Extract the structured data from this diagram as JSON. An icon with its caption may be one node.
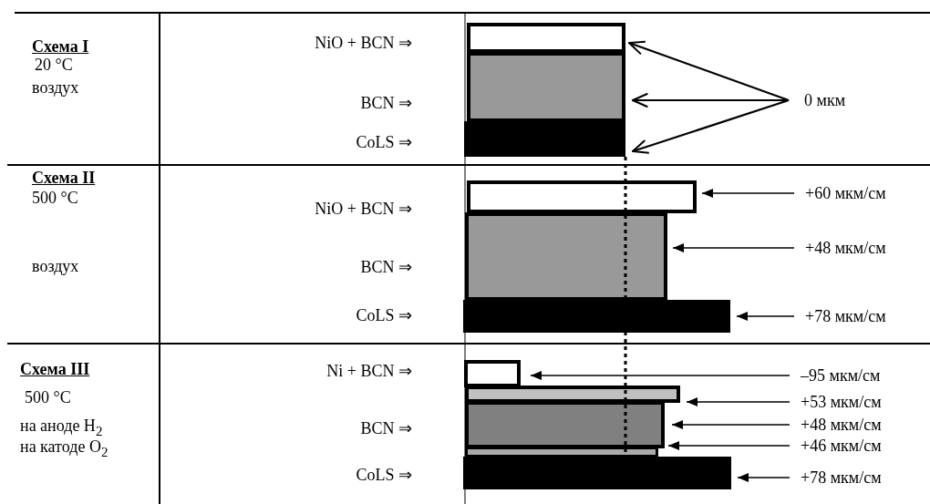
{
  "diagram": {
    "nodes": [
      {
        "text": [],
        "shape": "bar"
      },
      {
        "text": [],
        "shape": "bar"
      },
      {
        "text": [],
        "shape": "bar"
      },
      {
        "text": [
          "0 мкм"
        ]
      },
      {
        "text": [],
        "shape": "bar"
      },
      {
        "text": [],
        "shape": "bar"
      },
      {
        "text": [],
        "shape": "bar"
      },
      {
        "text": [
          "+60 мкм/см"
        ]
      },
      {
        "text": [
          "+48 мкм/см"
        ]
      },
      {
        "text": [
          "+78 мкм/см"
        ]
      },
      {
        "text": [],
        "shape": "bar"
      },
      {
        "text": [],
        "shape": "bar"
      },
      {
        "text": [],
        "shape": "bar"
      },
      {
        "text": [],
        "shape": "bar"
      },
      {
        "text": [],
        "shape": "bar"
      },
      {
        "text": [
          "–95 мкм/см"
        ]
      },
      {
        "text": [
          "+53 мкм/см"
        ]
      },
      {
        "text": [
          "+48 мкм/см"
        ]
      },
      {
        "text": [
          "+46 мкм/см"
        ]
      },
      {
        "text": [
          "+78 мкм/см"
        ]
      }
    ],
    "edges": [
      {
        "from": 3,
        "to": 0,
        "arrow": "to"
      },
      {
        "from": 3,
        "to": 1,
        "arrow": "to"
      },
      {
        "from": 3,
        "to": 2,
        "arrow": "to"
      },
      {
        "from": 7,
        "to": 4,
        "arrow": "to"
      },
      {
        "from": 8,
        "to": 5,
        "arrow": "to"
      },
      {
        "from": 9,
        "to": 6,
        "arrow": "to"
      },
      {
        "from": 15,
        "to": 10,
        "arrow": "to"
      },
      {
        "from": 16,
        "to": 11,
        "arrow": "to"
      },
      {
        "from": 17,
        "to": 12,
        "arrow": "to"
      },
      {
        "from": 18,
        "to": 13,
        "arrow": "to"
      },
      {
        "from": 19,
        "to": 14,
        "arrow": "to"
      }
    ],
    "labels": [
      "Схема I",
      "20 °C",
      "воздух",
      "NiO + BCN ⇒",
      "BCN ⇒",
      "CoLS ⇒",
      "Схема II",
      "500 °C",
      "NiO + BCN ⇒",
      "воздух",
      "BCN ⇒",
      "CoLS ⇒",
      "Схема III",
      "500 °C",
      "Ni + BCN ⇒",
      "на аноде H$_{2}$",
      "BCN ⇒",
      "на катоде O$_{2}$",
      "CoLS ⇒"
    ]
  }
}
